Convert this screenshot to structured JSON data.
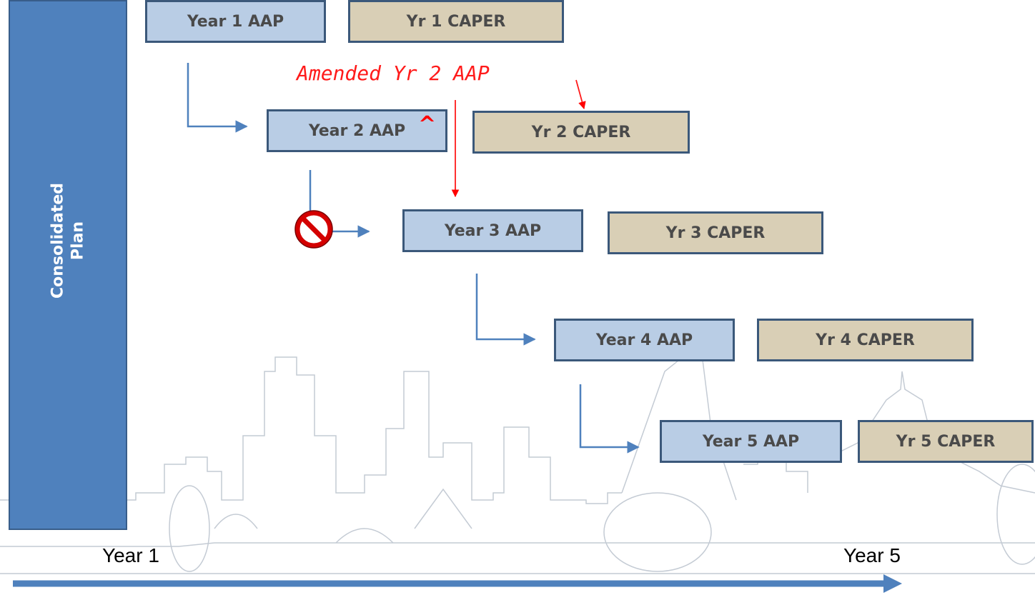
{
  "consolidated_plan": {
    "label": "Consolidated\nPlan"
  },
  "aap_boxes": [
    {
      "label": "Year 1 AAP"
    },
    {
      "label": "Year 2 AAP"
    },
    {
      "label": "Year 3 AAP"
    },
    {
      "label": "Year 4 AAP"
    },
    {
      "label": "Year 5 AAP"
    }
  ],
  "caper_boxes": [
    {
      "label": "Yr 1 CAPER"
    },
    {
      "label": "Yr 2 CAPER"
    },
    {
      "label": "Yr 3 CAPER"
    },
    {
      "label": "Yr 4 CAPER"
    },
    {
      "label": "Yr 5 CAPER"
    }
  ],
  "annotation": {
    "label": "Amended Yr 2 AAP",
    "caret": "^"
  },
  "timeline": {
    "start_label": "Year 1",
    "end_label": "Year 5"
  },
  "colors": {
    "plan_fill": "#4f81bd",
    "aap_fill": "#b9cde5",
    "caper_fill": "#d9cfb6",
    "box_border": "#3b587a",
    "connector": "#4f81bd",
    "annotation": "#ff0000",
    "skyline": "#c4cbd4"
  },
  "icons": {
    "prohibited": "no-entry-icon"
  }
}
